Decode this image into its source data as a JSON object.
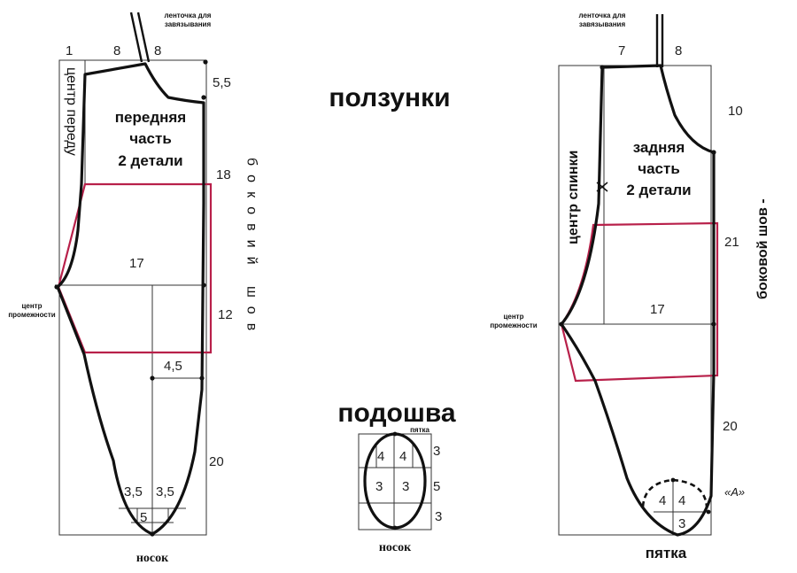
{
  "title": "ползунки",
  "sole_title": "подошва",
  "front": {
    "ribbon_label_1": "ленточка для",
    "ribbon_label_2": "завязывания",
    "center_front": "центр переду",
    "part_line1": "передняя",
    "part_line2": "часть",
    "part_line3": "2 детали",
    "side_seam": "боковий шов",
    "crotch_label_1": "центр",
    "crotch_label_2": "промежности",
    "toe_label": "носок",
    "dims": {
      "top_left": "1",
      "top_8a": "8",
      "top_8b": "8",
      "d_5_5": "5,5",
      "d_18": "18",
      "d_17": "17",
      "d_12": "12",
      "d_4_5": "4,5",
      "d_20": "20",
      "d_3_5a": "3,5",
      "d_3_5b": "3,5",
      "d_5": "5"
    }
  },
  "back": {
    "ribbon_label_1": "ленточка для",
    "ribbon_label_2": "завязывания",
    "center_back": "центр спинки",
    "part_line1": "задняя",
    "part_line2": "часть",
    "part_line3": "2 детали",
    "side_seam": "боковой шов -",
    "crotch_label_1": "центр",
    "crotch_label_2": "промежности",
    "heel_label": "пятка",
    "heel_mark": "«А»",
    "dims": {
      "top_7": "7",
      "top_8": "8",
      "d_10": "10",
      "d_21": "21",
      "d_17": "17",
      "d_20": "20",
      "d_4a": "4",
      "d_4b": "4",
      "d_3": "3"
    }
  },
  "sole": {
    "heel_label": "пятка",
    "toe_label": "носок",
    "dims": {
      "d_4a": "4",
      "d_4b": "4",
      "d_3a": "3",
      "d_3b": "3",
      "d_3c": "3",
      "d_5": "5",
      "d_3d": "3"
    }
  }
}
